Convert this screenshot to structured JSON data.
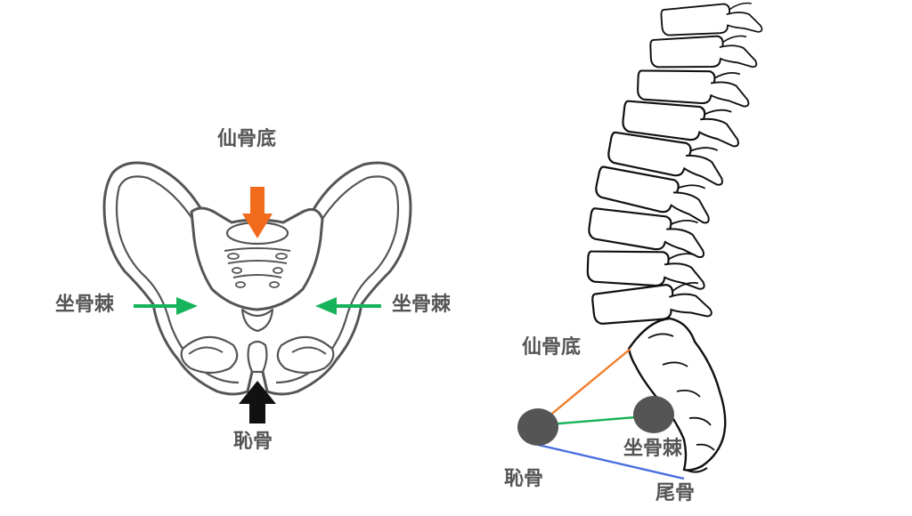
{
  "pelvis_front": {
    "label_sacral_base": "仙骨底",
    "label_ischial_spine_left": "坐骨棘",
    "label_ischial_spine_right": "坐骨棘",
    "label_pubis": "恥骨",
    "arrow_colors": {
      "sacral_base": "#f26b1d",
      "ischial_spine": "#17b35a",
      "pubis": "#111111"
    }
  },
  "spine_side": {
    "label_sacral_base": "仙骨底",
    "label_pubis": "恥骨",
    "label_ischial_spine": "坐骨棘",
    "label_coccyx": "尾骨",
    "line_colors": {
      "pubis_to_sacral_base": "#f07d2a",
      "pubis_to_ischial_spine": "#17b35a",
      "pubis_to_coccyx": "#4a6fe0"
    }
  }
}
